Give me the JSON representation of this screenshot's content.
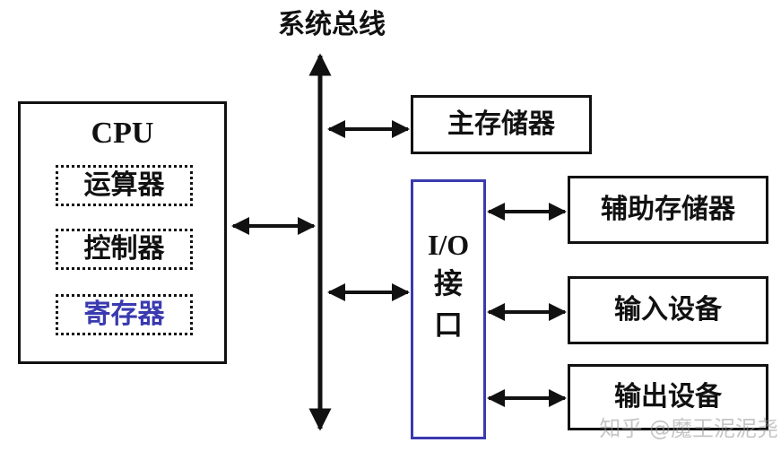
{
  "title": "系统总线",
  "cpu": {
    "label": "CPU",
    "units": [
      "运算器",
      "控制器",
      "寄存器"
    ]
  },
  "main_memory": "主存储器",
  "io_interface": {
    "line1": "I/O",
    "line2": "接",
    "line3": "口"
  },
  "devices": [
    "辅助存储器",
    "输入设备",
    "输出设备"
  ],
  "watermark": "知乎 @魔王泥泥尧",
  "colors": {
    "line": "#111111",
    "io_border": "#3a3ab0",
    "register_text": "#3a3ab0"
  }
}
